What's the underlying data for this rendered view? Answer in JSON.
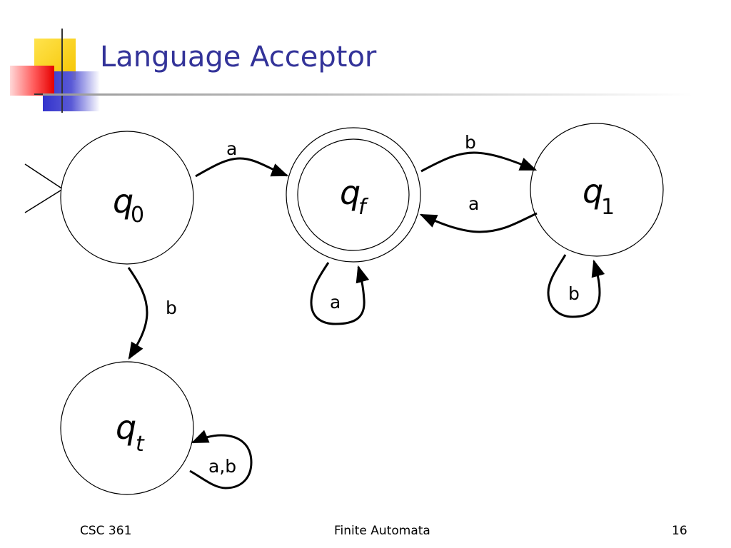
{
  "slide": {
    "title": "Language Acceptor",
    "accent_color": "#333399"
  },
  "footer": {
    "course": "CSC 361",
    "topic": "Finite Automata",
    "page_number": "16"
  },
  "automaton": {
    "start_state": "q0",
    "accepting_states": [
      "qf"
    ],
    "states": [
      {
        "id": "q0",
        "symbol": "q",
        "subscript": "0"
      },
      {
        "id": "qf",
        "symbol": "q",
        "subscript": "f"
      },
      {
        "id": "q1",
        "symbol": "q",
        "subscript": "1"
      },
      {
        "id": "qt",
        "symbol": "q",
        "subscript": "t"
      }
    ],
    "transitions": [
      {
        "from": "q0",
        "to": "qf",
        "label": "a"
      },
      {
        "from": "q0",
        "to": "qt",
        "label": "b"
      },
      {
        "from": "qf",
        "to": "q1",
        "label": "b"
      },
      {
        "from": "q1",
        "to": "qf",
        "label": "a"
      },
      {
        "from": "qf",
        "to": "qf",
        "label": "a"
      },
      {
        "from": "q1",
        "to": "q1",
        "label": "b"
      },
      {
        "from": "qt",
        "to": "qt",
        "label": "a,b"
      }
    ]
  }
}
